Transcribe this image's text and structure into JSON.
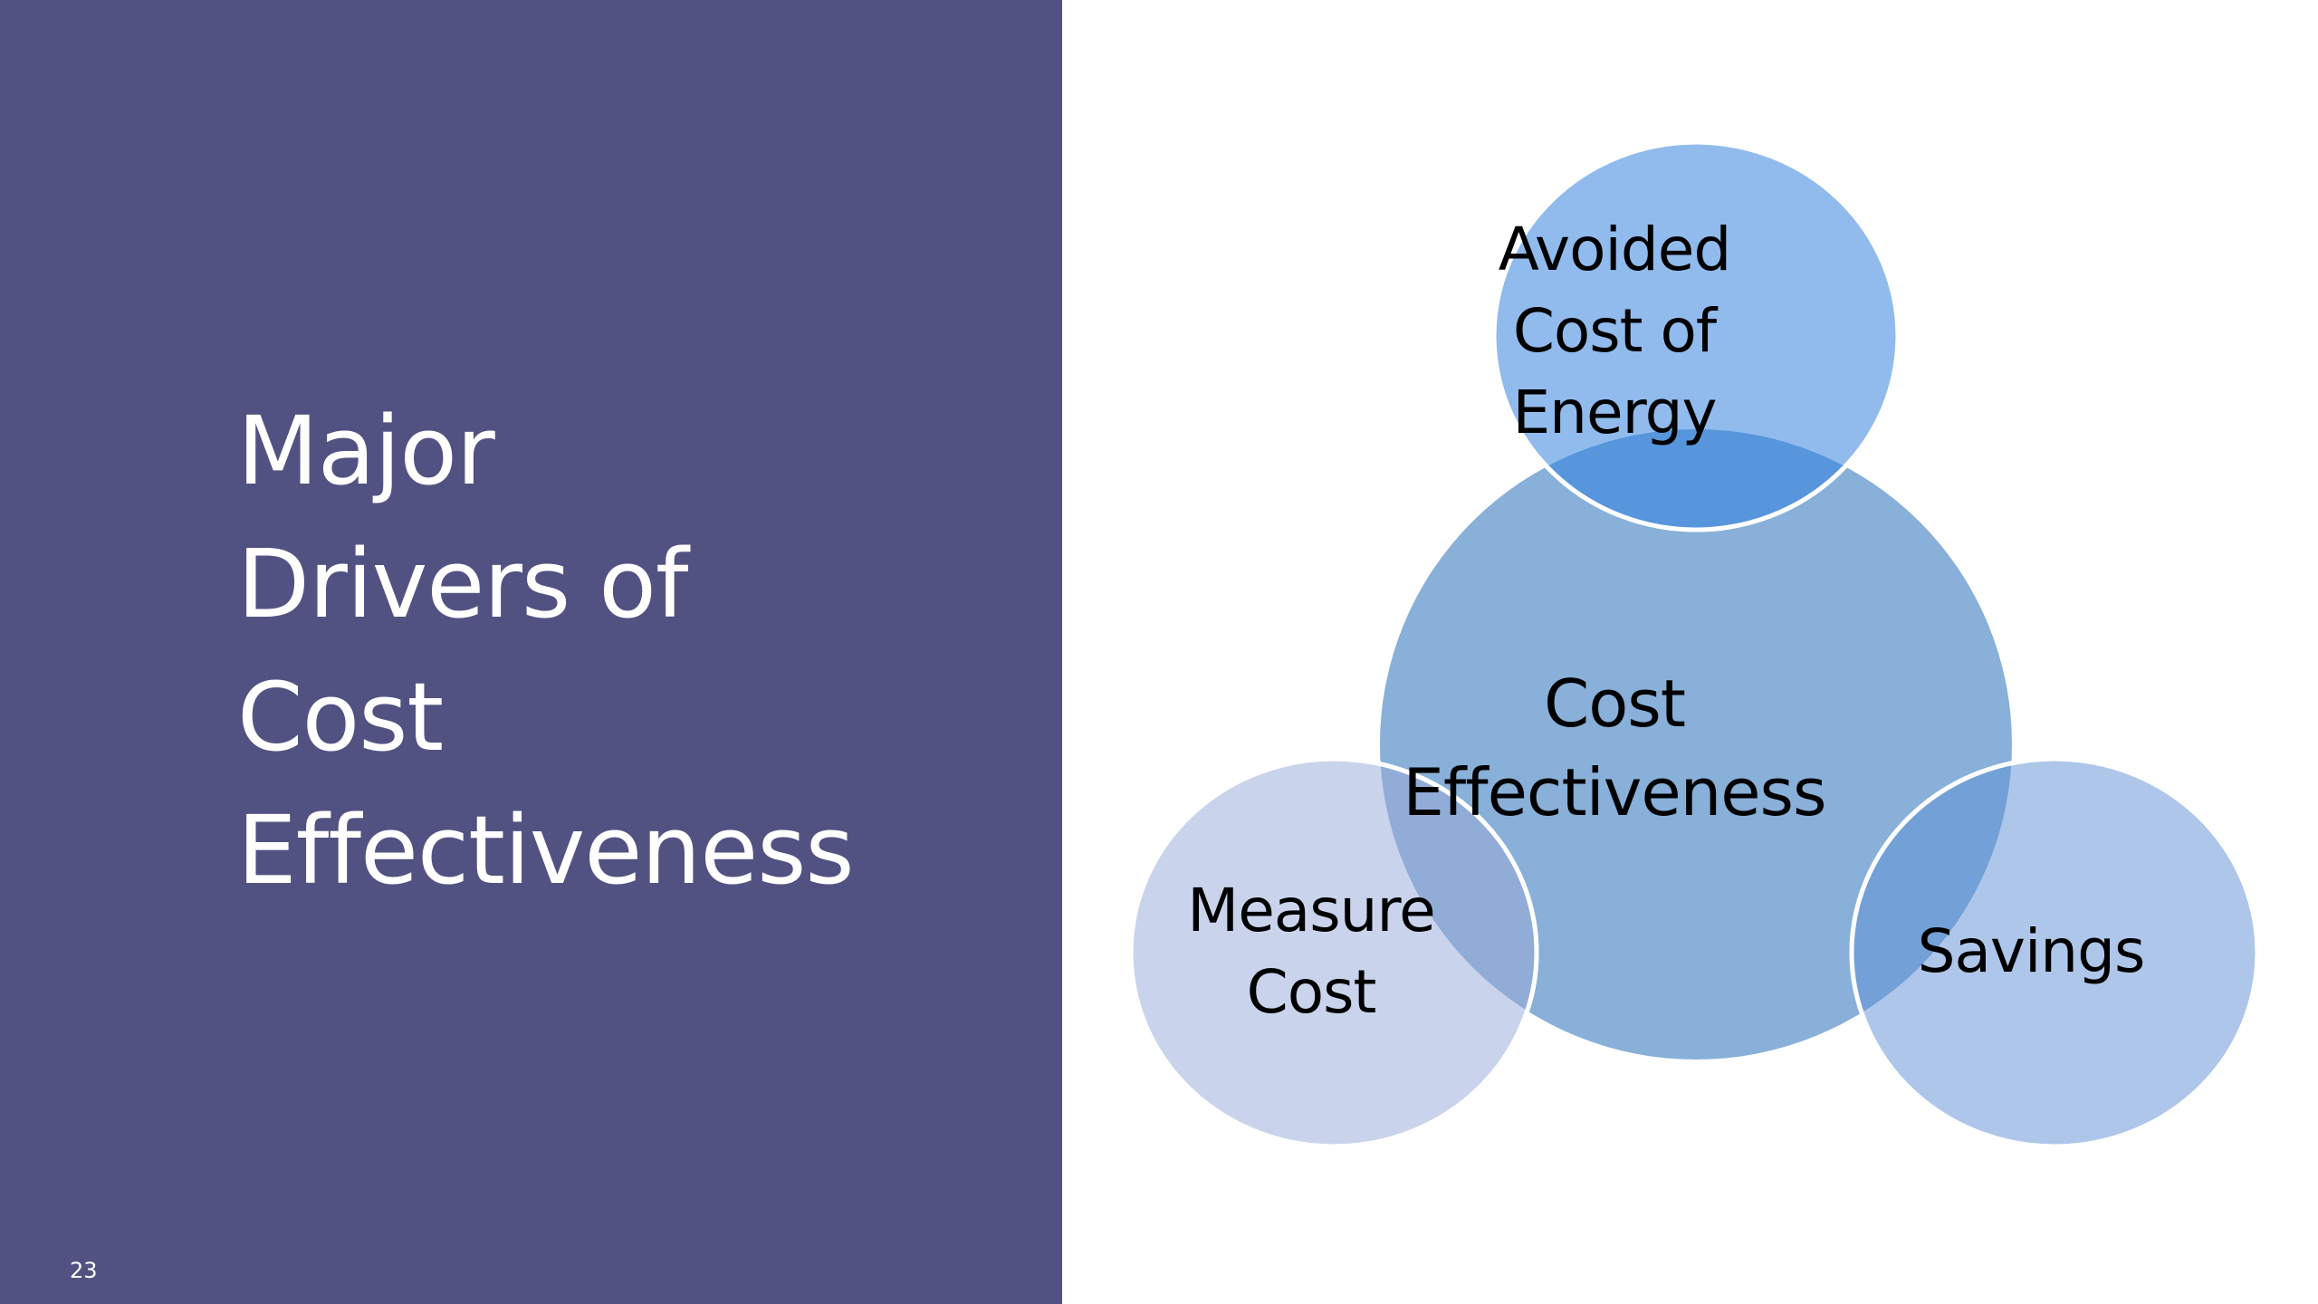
{
  "slide": {
    "title_lines": [
      "Major",
      "Drivers of",
      "Cost",
      "Effectiveness"
    ],
    "number": "23"
  },
  "diagram": {
    "center": {
      "label_lines": [
        "Cost",
        "Effectiveness"
      ],
      "fill": "#88b0d9"
    },
    "top": {
      "label_lines": [
        "Avoided",
        "Cost of",
        "Energy"
      ],
      "fill": "#91bbed"
    },
    "left": {
      "label_lines": [
        "Measure",
        "Cost"
      ],
      "fill": "#c9d4ec"
    },
    "right": {
      "label_lines": [
        "Savings"
      ],
      "fill": "#aec6ea"
    },
    "overlap_colors": {
      "top": "#5796dc",
      "left": "#92acd8",
      "right": "#73a0d6"
    },
    "outline_color": "#ffffff"
  },
  "colors": {
    "panel": "#525282",
    "title_text": "#ffffff",
    "label_text": "#000000"
  }
}
